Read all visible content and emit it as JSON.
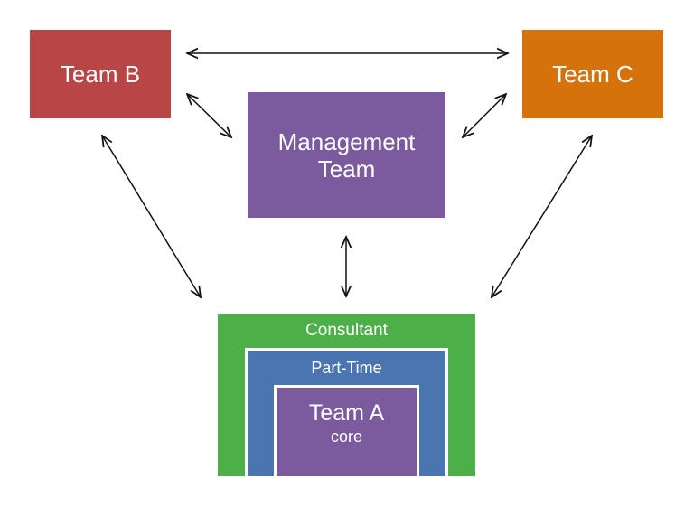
{
  "nodes": {
    "team_b": "Team B",
    "team_c": "Team C",
    "management": [
      "Management",
      "Team"
    ],
    "consultant": "Consultant",
    "part_time": "Part-Time",
    "team_a": "Team A",
    "team_a_sub": "core"
  },
  "colors": {
    "team_b": "#b94646",
    "team_c": "#d6720c",
    "management": "#7b5a9e",
    "consultant": "#4caf48",
    "part_time": "#4a75b0",
    "team_a": "#7b5a9e"
  },
  "connections": [
    {
      "from": "Team B",
      "to": "Team C",
      "bidirectional": true
    },
    {
      "from": "Team B",
      "to": "Management Team",
      "bidirectional": true
    },
    {
      "from": "Team C",
      "to": "Management Team",
      "bidirectional": true
    },
    {
      "from": "Management Team",
      "to": "Consultant",
      "bidirectional": true
    },
    {
      "from": "Team B",
      "to": "Consultant",
      "bidirectional": true
    },
    {
      "from": "Team C",
      "to": "Consultant",
      "bidirectional": true
    }
  ]
}
